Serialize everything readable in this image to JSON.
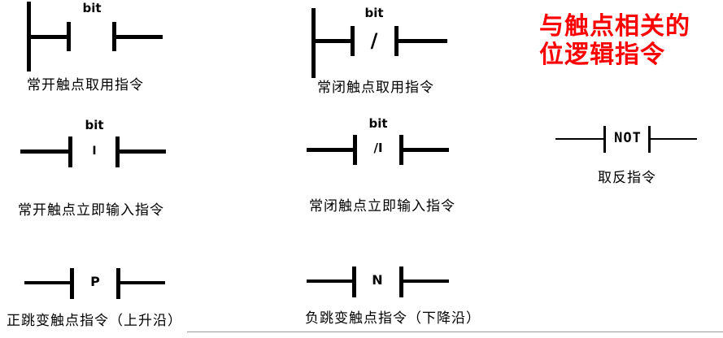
{
  "title": {
    "line1": "与触点相关的",
    "line2": "位逻辑指令",
    "color": "#ff0000"
  },
  "symbols": [
    {
      "id": "normally-open-contact",
      "bit_label": "bit",
      "center": "",
      "caption": "常开触点取用指令"
    },
    {
      "id": "normally-closed-contact",
      "bit_label": "bit",
      "center": "/",
      "caption": "常闭触点取用指令"
    },
    {
      "id": "normally-open-immediate-contact",
      "bit_label": "bit",
      "center": "I",
      "caption": "常开触点立即输入指令"
    },
    {
      "id": "normally-closed-immediate-contact",
      "bit_label": "bit",
      "center": "/I",
      "caption": "常闭触点立即输入指令"
    },
    {
      "id": "not-contact",
      "bit_label": "",
      "center": "NOT",
      "caption": "取反指令"
    },
    {
      "id": "positive-transition-contact",
      "bit_label": "",
      "center": "P",
      "caption": "正跳变触点指令（上升沿）"
    },
    {
      "id": "negative-transition-contact",
      "bit_label": "",
      "center": "N",
      "caption": "负跳变触点指令（下降沿）"
    }
  ],
  "colors": {
    "line": "#000000",
    "text": "#000000",
    "accent": "#ff0000"
  }
}
